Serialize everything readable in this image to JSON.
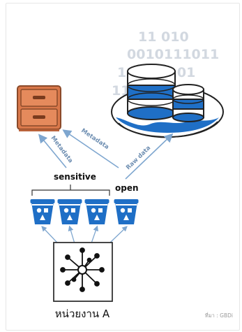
{
  "binary": {
    "rows": [
      "11  010",
      "0010111011",
      "1101  0101",
      "11  1101  01"
    ]
  },
  "labels": {
    "sensitive": "sensitive",
    "open": "open",
    "metadata_left": "Metadata",
    "metadata_center": "Metadata",
    "raw_data": "Raw data",
    "organization": "หน่วยงาน A",
    "source": "ที่มา :  GBDi"
  },
  "colors": {
    "cabinet": "#d9784a",
    "bucket": "#1f6fc6",
    "arrow": "#7ea6cf",
    "binary": "#d2d8e0",
    "db_top": "#ffffff",
    "db_water": "#1f6fc6"
  },
  "icons": {
    "cabinet": "file-cabinet-icon",
    "lake": "data-lake-icon",
    "bucket": "data-bucket-icon",
    "network": "network-hub-icon"
  }
}
